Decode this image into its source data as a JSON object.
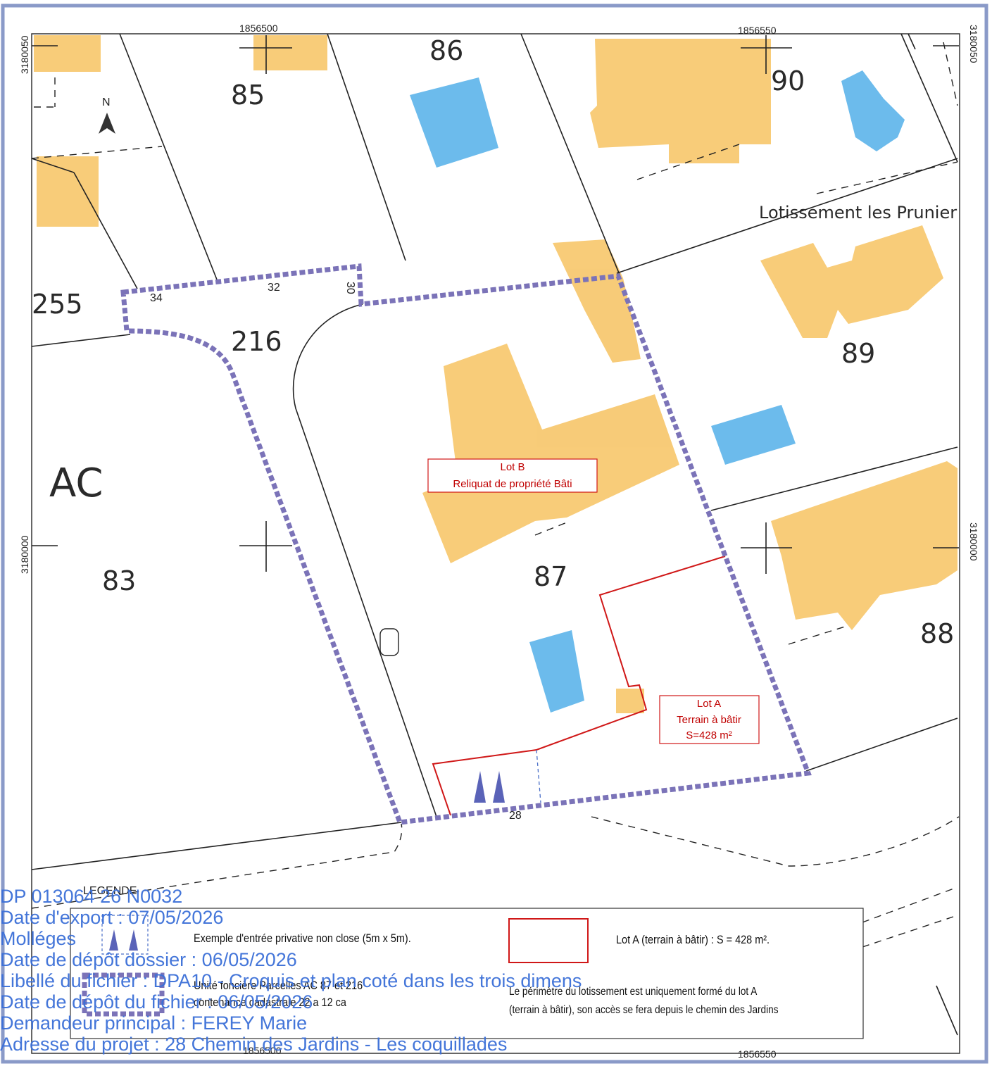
{
  "coords": {
    "x_left": "1856500",
    "x_right": "1856550",
    "y_top": "3180050",
    "y_mid": "3180000"
  },
  "section_label": "AC",
  "north_label": "N",
  "subdivision_label": "Lotissement les Prunier",
  "parcels": {
    "p83": "83",
    "p85": "85",
    "p86": "86",
    "p87": "87",
    "p88": "88",
    "p89": "89",
    "p90": "90",
    "p216": "216",
    "p255": "255"
  },
  "dimensions": {
    "d34": "34",
    "d32": "32",
    "d30": "30",
    "d28": "28"
  },
  "lot_b": {
    "title": "Lot B",
    "subtitle": "Reliquat de propriété Bâti"
  },
  "lot_a": {
    "title": "Lot A",
    "line2": "Terrain à bâtir",
    "line3": "S=428 m²"
  },
  "legend": {
    "title": "LEGENDE",
    "entry_example": "Exemple d'entrée privative non close (5m x 5m).",
    "lot_a": "Lot A (terrain à bâtir) : S = 428 m².",
    "unit_line1": "Unité foncière Parcelles AC 87 et 216",
    "unit_line2": "contenance cadastrale 22 a 12 ca",
    "perimeter_line1": "Le périmètre du lotissement est uniquement formé du lot A",
    "perimeter_line2": "(terrain à bâtir), son accès se fera depuis le chemin des Jardins"
  },
  "stamp": {
    "line1": "DP 013064 26 N0032",
    "line2": "Date d'export : 07/05/2026",
    "line3": "Molléges",
    "line4": "Date de dépôt dossier : 06/05/2026",
    "line5": "Libellé du fichier : DPA10 - Croquis et plan coté dans les trois dimens",
    "line6": "Date de dépôt du fichier : 06/05/2026",
    "line7": "Demandeur principal : FEREY Marie",
    "line8": "Adresse du projet : 28 Chemin des Jardins - Les coquillades"
  },
  "colors": {
    "building": "#f7c66a",
    "pool": "#5cb4ea",
    "perimeter": "#7b73b8",
    "lot_line": "#d01818",
    "stamp_text": "#3b6fd8"
  }
}
